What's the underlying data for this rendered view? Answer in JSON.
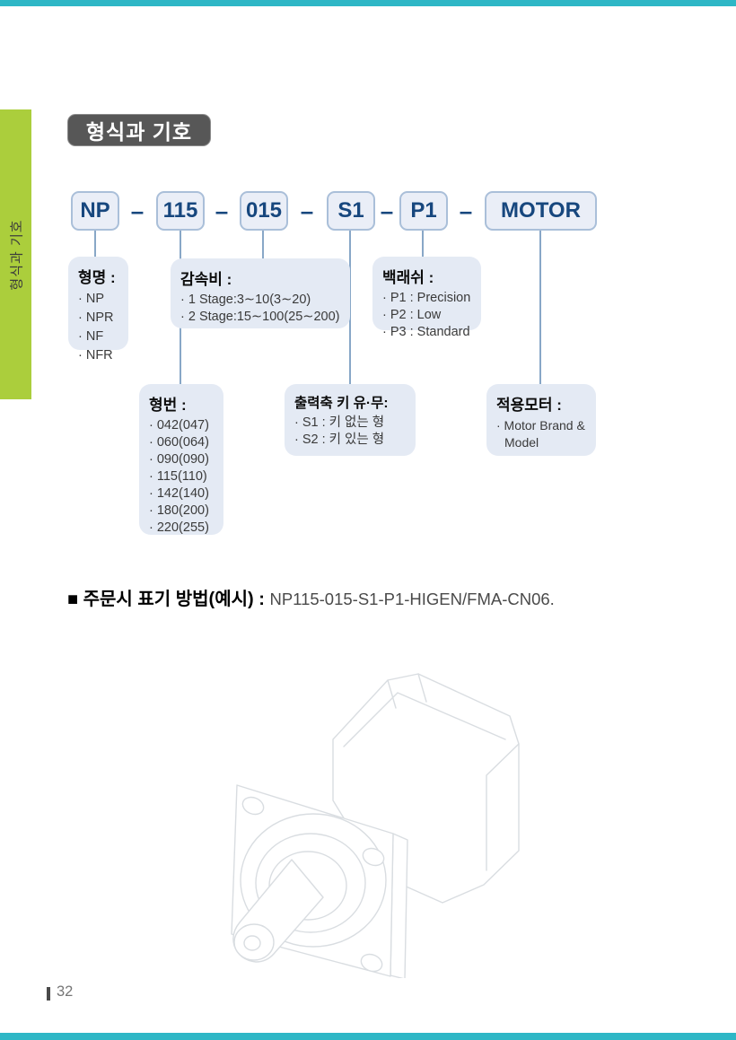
{
  "page": {
    "side_tab": "형식과 기호",
    "title_badge": "형식과 기호",
    "page_number": "32",
    "colors": {
      "teal_edge": "#2eb7c6",
      "green_tab": "#abce3c",
      "badge_gray": "#575757",
      "code_text": "#17477e",
      "code_box_bg": "#eaeef7",
      "code_box_border": "#aabfd9",
      "callout_bg": "#e4eaf4",
      "connector": "#88a7c7"
    }
  },
  "model_code": {
    "separator": "–",
    "segments": [
      "NP",
      "115",
      "015",
      "S1",
      "P1",
      "MOTOR"
    ]
  },
  "callouts": {
    "model_name": {
      "title": "형명 :",
      "items": [
        "· NP",
        "· NPR",
        "· NF",
        "· NFR"
      ]
    },
    "ratio": {
      "title": "감속비 :",
      "items": [
        "· 1 Stage:3∼10(3∼20)",
        "· 2 Stage:15∼100(25∼200)"
      ]
    },
    "backlash": {
      "title": "백래쉬 :",
      "items": [
        "· P1 : Precision",
        "· P2 : Low",
        "· P3 : Standard"
      ]
    },
    "frame_size": {
      "title": "형번 :",
      "items": [
        "· 042(047)",
        "· 060(064)",
        "· 090(090)",
        "· 115(110)",
        "· 142(140)",
        "· 180(200)",
        "· 220(255)"
      ]
    },
    "output_key": {
      "title": "출력축 키 유·무:",
      "items": [
        "· S1 : 키 없는 형",
        "· S2 : 키 있는 형"
      ]
    },
    "motor": {
      "title": "적용모터 :",
      "items": [
        "· Motor Brand & Model"
      ]
    }
  },
  "order_note": {
    "label": "■ 주문시 표기 방법(예시) : ",
    "value": "NP115-015-S1-P1-HIGEN/FMA-CN06."
  }
}
